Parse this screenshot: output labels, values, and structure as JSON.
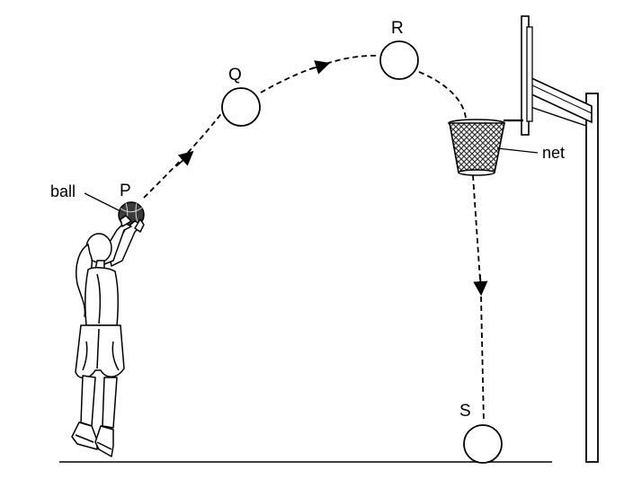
{
  "labels": {
    "ball": "ball",
    "p": "P",
    "q": "Q",
    "r": "R",
    "s": "S",
    "net": "net"
  },
  "colors": {
    "ink": "#000000",
    "background": "#ffffff",
    "net_fill": "#6a6a6a"
  },
  "icons": [
    "basketball-player",
    "basketball-hoop",
    "backboard",
    "support-pole"
  ]
}
